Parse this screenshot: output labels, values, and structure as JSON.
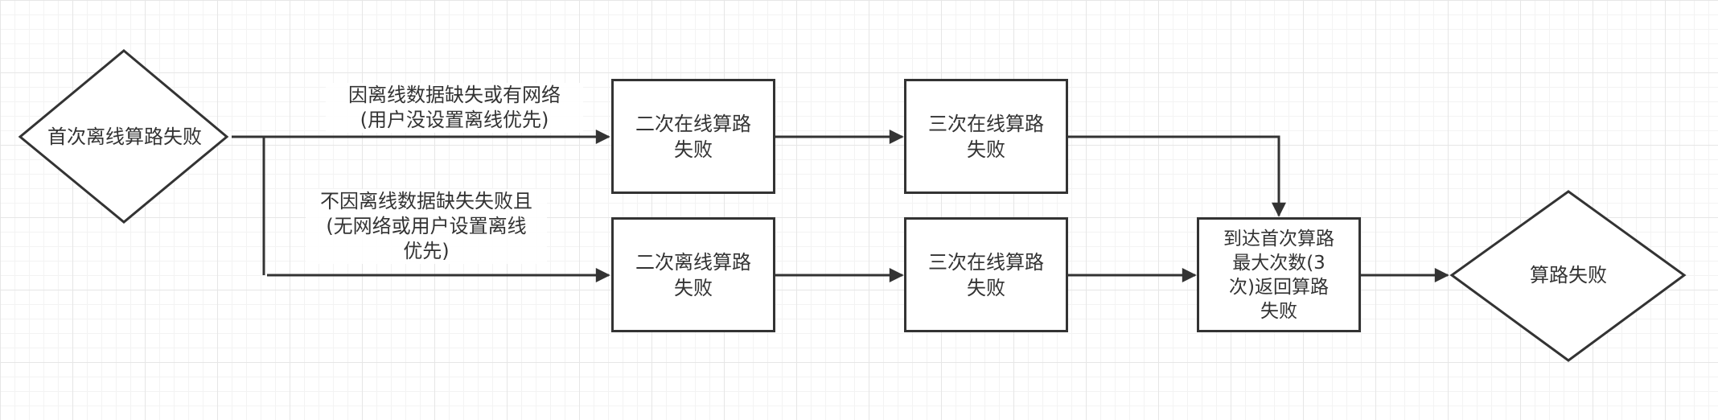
{
  "diagram": {
    "colors": {
      "stroke": "#333333",
      "fill": "#ffffff",
      "grid": "#e6e6e6"
    },
    "nodes": {
      "start": "首次离线算路失败",
      "online2": "二次在线算路\n失败",
      "online3_top": "三次在线算路\n失败",
      "offline2": "二次离线算路\n失败",
      "online3_bottom": "三次在线算路\n失败",
      "max_return": "到达首次算路\n最大次数(3\n次)返回算路\n失败",
      "end": "算路失败"
    },
    "edges": {
      "top_label": "因离线数据缺失或有网络\n(用户没设置离线优先)",
      "bottom_label": "不因离线数据缺失失败且\n(无网络或用户设置离线\n优先)"
    }
  }
}
